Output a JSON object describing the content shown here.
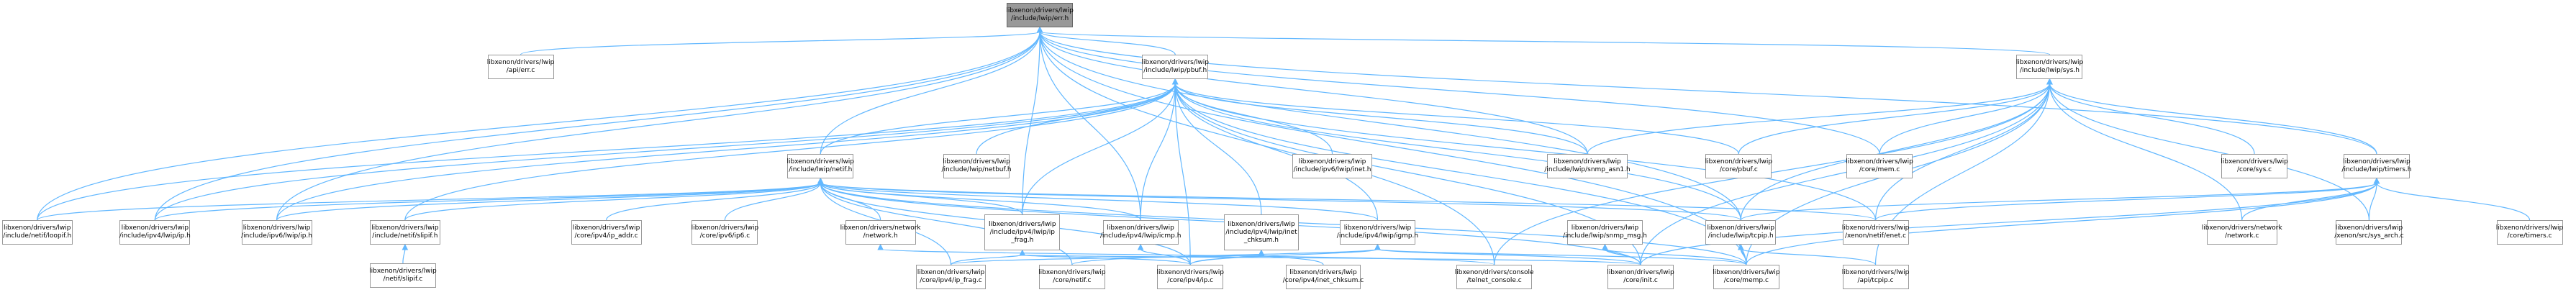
{
  "graph": {
    "edge_color": "#63b8ff",
    "node_border_color": "#999999",
    "root_fill_color": "#999999",
    "nodes": [
      {
        "id": "err_h",
        "lines": [
          "libxenon/drivers/lwip",
          "/include/lwip/err.h"
        ],
        "root": true
      },
      {
        "id": "api_err_c",
        "lines": [
          "libxenon/drivers/lwip",
          "/api/err.c"
        ]
      },
      {
        "id": "pbuf_h",
        "lines": [
          "libxenon/drivers/lwip",
          "/include/lwip/pbuf.h"
        ]
      },
      {
        "id": "sys_h",
        "lines": [
          "libxenon/drivers/lwip",
          "/include/lwip/sys.h"
        ]
      },
      {
        "id": "netif_h",
        "lines": [
          "libxenon/drivers/lwip",
          "/include/lwip/netif.h"
        ]
      },
      {
        "id": "netbuf_h",
        "lines": [
          "libxenon/drivers/lwip",
          "/include/lwip/netbuf.h"
        ]
      },
      {
        "id": "ipv6_inet_h",
        "lines": [
          "libxenon/drivers/lwip",
          "/include/ipv6/lwip/inet.h"
        ]
      },
      {
        "id": "snmp_asn1_h",
        "lines": [
          "libxenon/drivers/lwip",
          "/include/lwip/snmp_asn1.h"
        ]
      },
      {
        "id": "core_pbuf_c",
        "lines": [
          "libxenon/drivers/lwip",
          "/core/pbuf.c"
        ]
      },
      {
        "id": "core_mem_c",
        "lines": [
          "libxenon/drivers/lwip",
          "/core/mem.c"
        ]
      },
      {
        "id": "core_sys_c",
        "lines": [
          "libxenon/drivers/lwip",
          "/core/sys.c"
        ]
      },
      {
        "id": "timers_h",
        "lines": [
          "libxenon/drivers/lwip",
          "/include/lwip/timers.h"
        ]
      },
      {
        "id": "loopif_h",
        "lines": [
          "libxenon/drivers/lwip",
          "/include/netif/loopif.h"
        ]
      },
      {
        "id": "ipv4_ip_h",
        "lines": [
          "libxenon/drivers/lwip",
          "/include/ipv4/lwip/ip.h"
        ]
      },
      {
        "id": "ipv6_ip_h",
        "lines": [
          "libxenon/drivers/lwip",
          "/include/ipv6/lwip/ip.h"
        ]
      },
      {
        "id": "slipif_h",
        "lines": [
          "libxenon/drivers/lwip",
          "/include/netif/slipif.h"
        ]
      },
      {
        "id": "ip_addr_c",
        "lines": [
          "libxenon/drivers/lwip",
          "/core/ipv4/ip_addr.c"
        ]
      },
      {
        "id": "ip6_c",
        "lines": [
          "libxenon/drivers/lwip",
          "/core/ipv6/ip6.c"
        ]
      },
      {
        "id": "network_h",
        "lines": [
          "libxenon/drivers/network",
          "/network.h"
        ]
      },
      {
        "id": "ip_frag_h",
        "lines": [
          "libxenon/drivers/lwip",
          "/include/ipv4/lwip/ip",
          "_frag.h"
        ]
      },
      {
        "id": "icmp_h",
        "lines": [
          "libxenon/drivers/lwip",
          "/include/ipv4/lwip/icmp.h"
        ]
      },
      {
        "id": "inet_chksum_h",
        "lines": [
          "libxenon/drivers/lwip",
          "/include/ipv4/lwip/inet",
          "_chksum.h"
        ]
      },
      {
        "id": "igmp_h",
        "lines": [
          "libxenon/drivers/lwip",
          "/include/ipv4/lwip/igmp.h"
        ]
      },
      {
        "id": "snmp_msg_h",
        "lines": [
          "libxenon/drivers/lwip",
          "/include/lwip/snmp_msg.h"
        ]
      },
      {
        "id": "tcpip_h",
        "lines": [
          "libxenon/drivers/lwip",
          "/include/lwip/tcpip.h"
        ]
      },
      {
        "id": "enet_c",
        "lines": [
          "libxenon/drivers/lwip",
          "/xenon/netif/enet.c"
        ]
      },
      {
        "id": "network_c",
        "lines": [
          "libxenon/drivers/network",
          "/network.c"
        ]
      },
      {
        "id": "sys_arch_c",
        "lines": [
          "libxenon/drivers/lwip",
          "/xenon/src/sys_arch.c"
        ]
      },
      {
        "id": "timers_c",
        "lines": [
          "libxenon/drivers/lwip",
          "/core/timers.c"
        ]
      },
      {
        "id": "netif_slipif_c",
        "lines": [
          "libxenon/drivers/lwip",
          "/netif/slipif.c"
        ]
      },
      {
        "id": "ip_frag_c",
        "lines": [
          "libxenon/drivers/lwip",
          "/core/ipv4/ip_frag.c"
        ]
      },
      {
        "id": "netif_c",
        "lines": [
          "libxenon/drivers/lwip",
          "/core/netif.c"
        ]
      },
      {
        "id": "ip_c",
        "lines": [
          "libxenon/drivers/lwip",
          "/core/ipv4/ip.c"
        ]
      },
      {
        "id": "inet_chksum_c",
        "lines": [
          "libxenon/drivers/lwip",
          "/core/ipv4/inet_chksum.c"
        ]
      },
      {
        "id": "telnet_console_c",
        "lines": [
          "libxenon/drivers/console",
          "/telnet_console.c"
        ]
      },
      {
        "id": "init_c",
        "lines": [
          "libxenon/drivers/lwip",
          "/core/init.c"
        ]
      },
      {
        "id": "memp_c",
        "lines": [
          "libxenon/drivers/lwip",
          "/core/memp.c"
        ]
      },
      {
        "id": "tcpip_c",
        "lines": [
          "libxenon/drivers/lwip",
          "/api/tcpip.c"
        ]
      }
    ],
    "edges": [
      [
        "api_err_c",
        "err_h"
      ],
      [
        "pbuf_h",
        "err_h"
      ],
      [
        "sys_h",
        "err_h"
      ],
      [
        "netif_h",
        "err_h"
      ],
      [
        "snmp_asn1_h",
        "err_h"
      ],
      [
        "core_mem_c",
        "err_h"
      ],
      [
        "timers_h",
        "err_h"
      ],
      [
        "loopif_h",
        "err_h"
      ],
      [
        "ipv4_ip_h",
        "err_h"
      ],
      [
        "ipv6_ip_h",
        "err_h"
      ],
      [
        "ip_frag_h",
        "err_h"
      ],
      [
        "icmp_h",
        "err_h"
      ],
      [
        "tcpip_h",
        "err_h"
      ],
      [
        "telnet_console_c",
        "err_h"
      ],
      [
        "memp_c",
        "err_h"
      ],
      [
        "netbuf_h",
        "pbuf_h"
      ],
      [
        "ipv6_inet_h",
        "pbuf_h"
      ],
      [
        "snmp_asn1_h",
        "pbuf_h"
      ],
      [
        "core_pbuf_c",
        "pbuf_h"
      ],
      [
        "netif_h",
        "pbuf_h"
      ],
      [
        "loopif_h",
        "pbuf_h"
      ],
      [
        "ipv4_ip_h",
        "pbuf_h"
      ],
      [
        "ipv6_ip_h",
        "pbuf_h"
      ],
      [
        "slipif_h",
        "pbuf_h"
      ],
      [
        "ip_frag_h",
        "pbuf_h"
      ],
      [
        "icmp_h",
        "pbuf_h"
      ],
      [
        "inet_chksum_h",
        "pbuf_h"
      ],
      [
        "igmp_h",
        "pbuf_h"
      ],
      [
        "tcpip_h",
        "pbuf_h"
      ],
      [
        "enet_c",
        "pbuf_h"
      ],
      [
        "init_c",
        "pbuf_h"
      ],
      [
        "memp_c",
        "pbuf_h"
      ],
      [
        "ip_c",
        "pbuf_h"
      ],
      [
        "snmp_asn1_h",
        "sys_h"
      ],
      [
        "core_pbuf_c",
        "sys_h"
      ],
      [
        "core_mem_c",
        "sys_h"
      ],
      [
        "core_sys_c",
        "sys_h"
      ],
      [
        "timers_h",
        "sys_h"
      ],
      [
        "tcpip_h",
        "sys_h"
      ],
      [
        "enet_c",
        "sys_h"
      ],
      [
        "network_c",
        "sys_h"
      ],
      [
        "sys_arch_c",
        "sys_h"
      ],
      [
        "init_c",
        "sys_h"
      ],
      [
        "memp_c",
        "sys_h"
      ],
      [
        "tcpip_c",
        "sys_h"
      ],
      [
        "telnet_console_c",
        "sys_h"
      ],
      [
        "loopif_h",
        "netif_h"
      ],
      [
        "ipv4_ip_h",
        "netif_h"
      ],
      [
        "ipv6_ip_h",
        "netif_h"
      ],
      [
        "slipif_h",
        "netif_h"
      ],
      [
        "ip_addr_c",
        "netif_h"
      ],
      [
        "ip6_c",
        "netif_h"
      ],
      [
        "network_h",
        "netif_h"
      ],
      [
        "ip_frag_h",
        "netif_h"
      ],
      [
        "icmp_h",
        "netif_h"
      ],
      [
        "igmp_h",
        "netif_h"
      ],
      [
        "tcpip_h",
        "netif_h"
      ],
      [
        "enet_c",
        "netif_h"
      ],
      [
        "ip_frag_c",
        "netif_h"
      ],
      [
        "netif_c",
        "netif_h"
      ],
      [
        "ip_c",
        "netif_h"
      ],
      [
        "init_c",
        "netif_h"
      ],
      [
        "memp_c",
        "netif_h"
      ],
      [
        "enet_c",
        "timers_h"
      ],
      [
        "network_c",
        "timers_h"
      ],
      [
        "sys_arch_c",
        "timers_h"
      ],
      [
        "timers_c",
        "timers_h"
      ],
      [
        "init_c",
        "timers_h"
      ],
      [
        "memp_c",
        "timers_h"
      ],
      [
        "tcpip_h",
        "timers_h"
      ],
      [
        "netif_slipif_c",
        "slipif_h"
      ],
      [
        "telnet_console_c",
        "network_h"
      ],
      [
        "ip_frag_c",
        "ip_frag_h"
      ],
      [
        "ip_c",
        "ip_frag_h"
      ],
      [
        "init_c",
        "ip_frag_h"
      ],
      [
        "ip_c",
        "icmp_h"
      ],
      [
        "ip_c",
        "inet_chksum_h"
      ],
      [
        "inet_chksum_c",
        "inet_chksum_h"
      ],
      [
        "ip_frag_c",
        "inet_chksum_h"
      ],
      [
        "ip_c",
        "igmp_h"
      ],
      [
        "netif_c",
        "igmp_h"
      ],
      [
        "init_c",
        "igmp_h"
      ],
      [
        "memp_c",
        "igmp_h"
      ],
      [
        "init_c",
        "snmp_msg_h"
      ],
      [
        "memp_c",
        "snmp_msg_h"
      ],
      [
        "memp_c",
        "tcpip_h"
      ],
      [
        "tcpip_c",
        "tcpip_h"
      ]
    ]
  }
}
